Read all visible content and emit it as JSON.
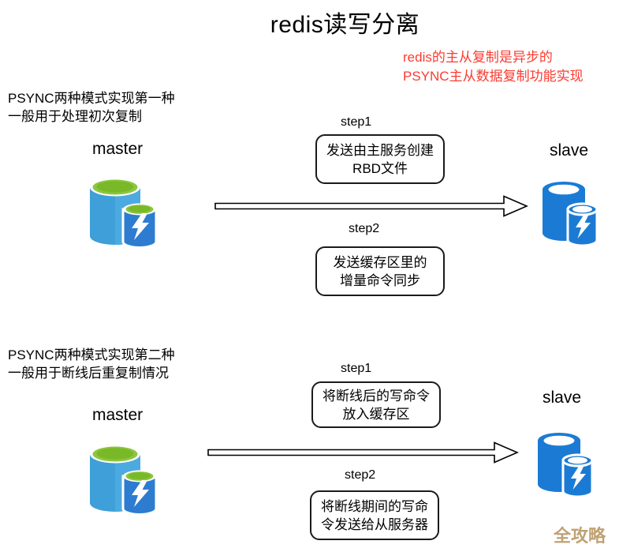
{
  "title": "redis读写分离",
  "note": {
    "lines": [
      "redis的主从复制是异步的",
      "PSYNC主从数据复制功能实现"
    ],
    "color": "#FB3B30"
  },
  "sections": [
    {
      "description": [
        "PSYNC两种模式实现第一种",
        "一般用于处理初次复制"
      ],
      "master_label": "master",
      "slave_label": "slave",
      "steps": [
        {
          "label": "step1",
          "text": [
            "发送由主服务创建",
            "RBD文件"
          ]
        },
        {
          "label": "step2",
          "text": [
            "发送缓存区里的",
            "增量命令同步"
          ]
        }
      ]
    },
    {
      "description": [
        "PSYNC两种模式实现第二种",
        "一般用于断线后重复制情况"
      ],
      "master_label": "master",
      "slave_label": "slave",
      "steps": [
        {
          "label": "step1",
          "text": [
            "将断线后的写命令",
            "放入缓存区"
          ]
        },
        {
          "label": "step2",
          "text": [
            "将断线期间的写命",
            "令发送给从服务器"
          ]
        }
      ]
    }
  ],
  "watermark": "全攻略",
  "icons": {
    "master": "redis-cache-cylinder-with-lightning-icon",
    "slave": "blue-cylinder-with-lightning-icon",
    "arrow": "hollow-right-arrow"
  },
  "colors": {
    "master_body_blue": "#3F9FD8",
    "master_top_green": "#8DC63F",
    "master_top_green_dark": "#79B928",
    "master_small_cylinder_blue": "#2E7CD0",
    "slave_blue": "#1B7BD4",
    "note_red": "#FB3B30",
    "watermark_tan": "#C0A172"
  }
}
